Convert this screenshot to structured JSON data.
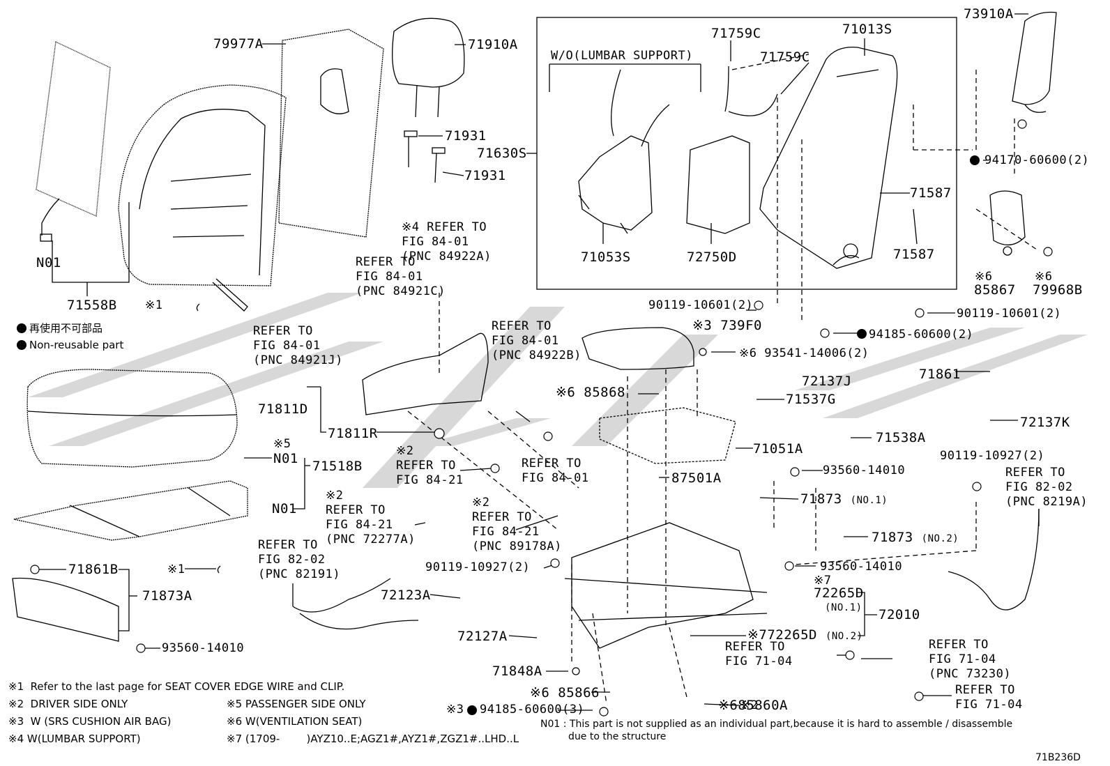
{
  "diagram_code": "71B236D",
  "labels": {
    "p79977A": "79977A",
    "p71910A": "71910A",
    "p71931a": "71931",
    "p71931b": "71931",
    "p71630S": "71630S",
    "p71759Ca": "71759C",
    "p71759Cb": "71759C",
    "p71013S": "71013S",
    "p73910A": "73910A",
    "wo_lumbar": "W/O(LUMBAR SUPPORT)",
    "p71053S": "71053S",
    "p72750D": "72750D",
    "p71587a": "71587",
    "p71587b": "71587",
    "p94170": "94170-60600(2)",
    "p85867": "85867",
    "p79968B": "79968B",
    "mark6a": "※6",
    "mark6b": "※6",
    "N01a": "N01",
    "p71558B": "71558B",
    "mark1a": "※1",
    "p90119_10601a": "90119-10601(2)",
    "p90119_10601b": "90119-10601(2)",
    "p739F0": "※3 739F0",
    "p94185a": "94185-60600(2)",
    "p93541": "※6 93541-14006(2)",
    "p85868": "※6 85868",
    "p72137J": "72137J",
    "p71861": "71861",
    "p71537G": "71537G",
    "p72137K": "72137K",
    "p71811D": "71811D",
    "p71811R": "71811R",
    "p71051A": "71051A",
    "p71538A": "71538A",
    "mark5": "※5",
    "N01b": "N01",
    "p71518B": "71518B",
    "N01c": "N01",
    "p87501A": "87501A",
    "p93560a": "93560-14010",
    "p90119_10927a": "90119-10927(2)",
    "p71873a": "71873",
    "no1a": "(NO.1)",
    "p71873b": "71873",
    "no2a": "(NO.2)",
    "p93560b": "93560-14010",
    "p90119_10927b": "90119-10927(2)",
    "p71861B": "71861B",
    "mark1b": "※1",
    "p71873A": "71873A",
    "p72123A": "72123A",
    "mark7": "※7",
    "p72265Da": "72265D",
    "no1b": "(NO.1)",
    "p72010": "72010",
    "p72127A": "72127A",
    "p72265Db": "※772265D",
    "no2b": "(NO.2)",
    "p93560c": "93560-14010",
    "p71848A": "71848A",
    "mark2a": "※2",
    "p85866": "※6 85866",
    "p85860A": "※685860A",
    "p94185b": "94185-60600(3)",
    "mark3": "※3"
  },
  "refs": {
    "r1": "※4 REFER TO\nFIG 84-01\n(PNC 84922A)",
    "r2": "REFER TO\nFIG 84-01\n(PNC 84921C)",
    "r3": "REFER TO\nFIG 84-01\n(PNC 84921J)",
    "r4": "REFER TO\nFIG 84-01\n(PNC 84922B)",
    "r5": "※2\nREFER TO\nFIG 84-21",
    "r6": "REFER TO\nFIG 84-01",
    "r7": "※2\nREFER TO\nFIG 84-21\n(PNC 72277A)",
    "r8": "※2\nREFER TO\nFIG 84-21\n(PNC 89178A)",
    "r9": "REFER TO\nFIG 82-02\n(PNC 82191)",
    "r10": "REFER TO\nFIG 82-02\n(PNC 8219A)",
    "r11": "REFER TO\nFIG 71-04",
    "r12": "REFER TO\nFIG 71-04\n(PNC 73230)",
    "r13": "REFER TO\nFIG 71-04"
  },
  "legend": {
    "jp": "再使用不可部品",
    "en": "Non-reusable part"
  },
  "notes": {
    "n1": "※1  Refer to the last page for SEAT COVER EDGE WIRE and CLIP.",
    "n2": "※2  DRIVER SIDE ONLY",
    "n3": "※3  W (SRS CUSHION AIR BAG)",
    "n4": "※4 W(LUMBAR SUPPORT)",
    "n5": "※5 PASSENGER SIDE ONLY",
    "n6": "※6 W(VENTILATION SEAT)",
    "n7": "※7 (1709-        )AYZ10..E;AGZ1#,AYZ1#,ZGZ1#..LHD..L",
    "n01": "N01 : This part is not supplied as an individual part,because it is hard to assemble / disassemble\n         due to the structure"
  }
}
